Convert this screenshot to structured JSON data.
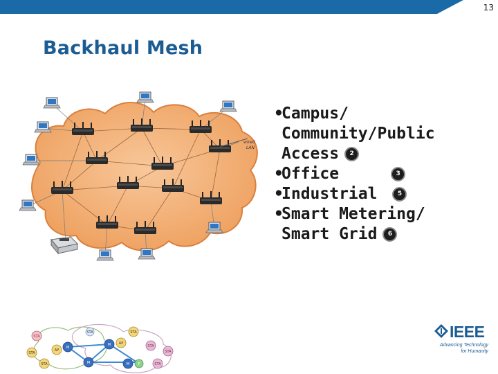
{
  "slide": {
    "page_number": "13",
    "title": "Backhaul Mesh",
    "accent_color": "#1b5c92",
    "bar_color": "#1a6aa8"
  },
  "diagram": {
    "wired_lan_label": [
      "wired",
      "LAN"
    ],
    "cloud_color": "#f3b37a",
    "router_icon": "wireless-router-icon",
    "laptop_icon": "laptop-icon",
    "printer_icon": "printer-icon"
  },
  "bullets": [
    {
      "lines": [
        "Campus/",
        "Community/Public",
        "Access"
      ],
      "badge": "2"
    },
    {
      "lines": [
        "Office"
      ],
      "badge": "3"
    },
    {
      "lines": [
        "Industrial"
      ],
      "badge": "5"
    },
    {
      "lines": [
        "Smart Metering/",
        "Smart Grid"
      ],
      "badge": "6"
    }
  ],
  "logo": {
    "word": "IEEE",
    "tagline": [
      "Advancing Technology",
      "for Humanity"
    ]
  },
  "thumbnail": {
    "labels": [
      "STA",
      "STA",
      "M",
      "M",
      "AP",
      "STA",
      "AP",
      "STA",
      "STA",
      "M",
      "M",
      "P",
      "STA",
      "STA",
      "STA"
    ]
  }
}
